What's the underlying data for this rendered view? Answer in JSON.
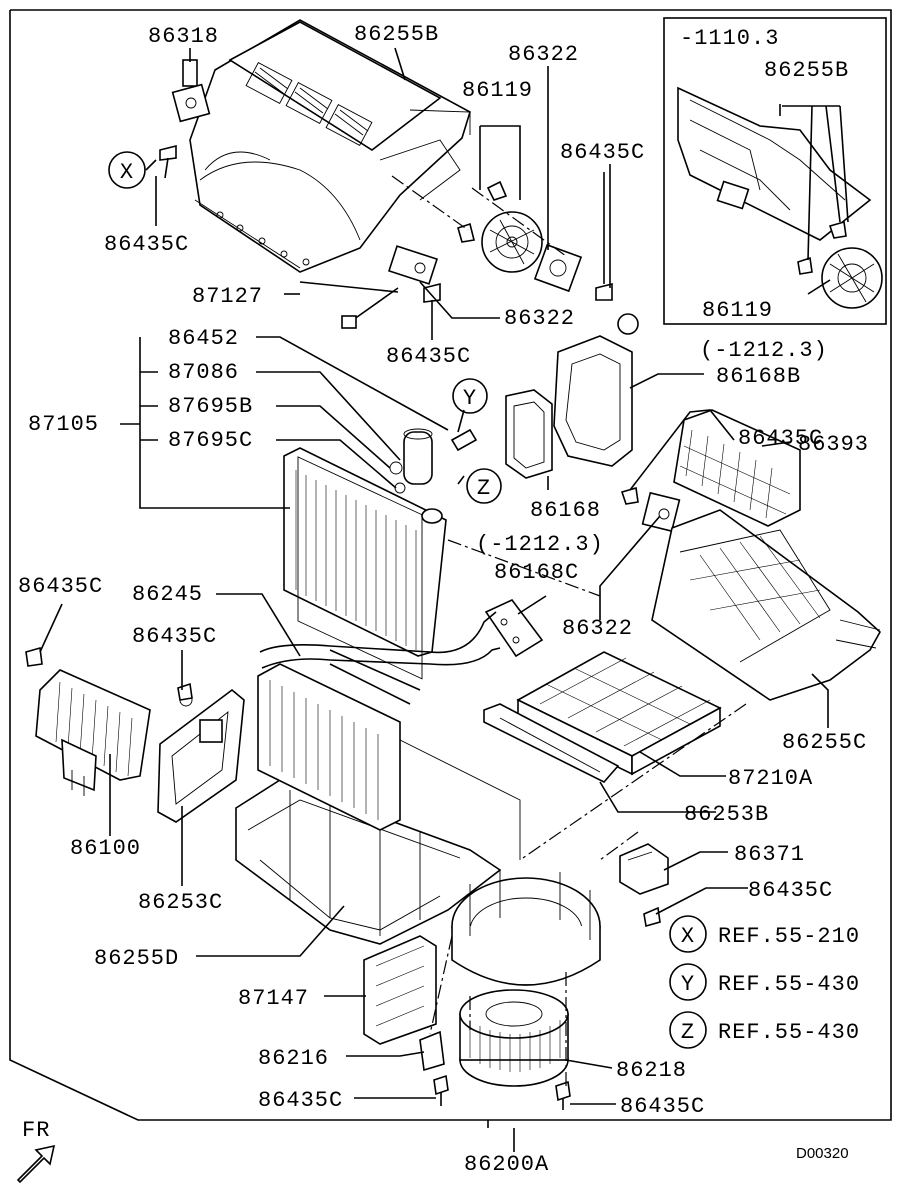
{
  "diagram_code": "D00320",
  "direction": "FR",
  "inset": {
    "label_range": "-1110.3",
    "parts": [
      "86255B",
      "86119"
    ]
  },
  "refs": [
    {
      "letter": "X",
      "text": "REF.55-210"
    },
    {
      "letter": "Y",
      "text": "REF.55-430"
    },
    {
      "letter": "Z",
      "text": "REF.55-430"
    }
  ],
  "callout_letters": {
    "x": "X",
    "y": "Y",
    "z": "Z"
  },
  "ranges": {
    "r1": "(-1212.3)",
    "r2": "(-1212.3)"
  },
  "labels": {
    "p86318": "86318",
    "p86255B": "86255B",
    "p86322a": "86322",
    "p86119": "86119",
    "p86435C_a": "86435C",
    "p86435C_b": "86435C",
    "p87127": "87127",
    "p86322b": "86322",
    "p86435C_c": "86435C",
    "p86452": "86452",
    "p87086": "87086",
    "p87695B": "87695B",
    "p87695C": "87695C",
    "p87105": "87105",
    "p86168B": "86168B",
    "p86435C_d": "86435C",
    "p86393": "86393",
    "p86168": "86168",
    "p86168C": "86168C",
    "p86322c": "86322",
    "p86435C_e": "86435C",
    "p86245": "86245",
    "p86435C_f": "86435C",
    "p86255C": "86255C",
    "p87210A": "87210A",
    "p86253B": "86253B",
    "p86100": "86100",
    "p86253C": "86253C",
    "p86371": "86371",
    "p86435C_g": "86435C",
    "p86255D": "86255D",
    "p87147": "87147",
    "p86216": "86216",
    "p86218": "86218",
    "p86435C_h": "86435C",
    "p86435C_i": "86435C",
    "p86200A": "86200A"
  }
}
